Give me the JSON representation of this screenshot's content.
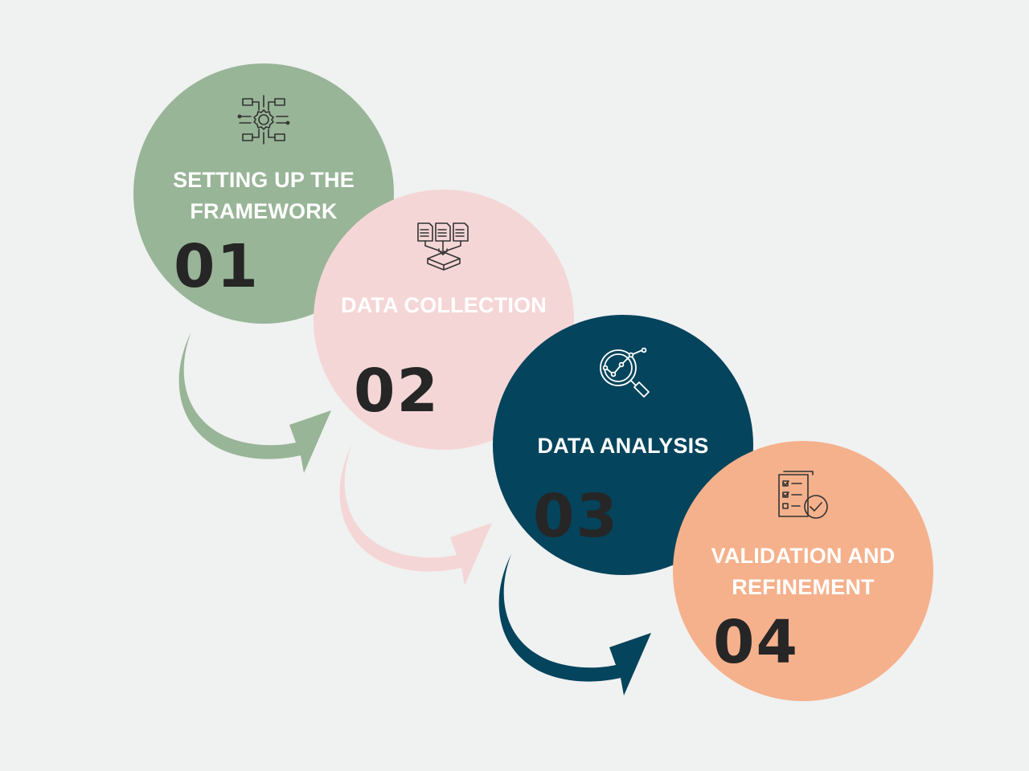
{
  "steps": [
    {
      "number": "01",
      "title": "SETTING UP THE FRAMEWORK",
      "color": "#98b597",
      "icon": "gear-circuit-icon"
    },
    {
      "number": "02",
      "title": "DATA COLLECTION",
      "color": "#f5d6d6",
      "icon": "documents-to-database-icon"
    },
    {
      "number": "03",
      "title": "DATA ANALYSIS",
      "color": "#04445c",
      "icon": "magnifier-chart-icon"
    },
    {
      "number": "04",
      "title": "VALIDATION AND REFINEMENT",
      "color": "#f5b18c",
      "icon": "checklist-check-icon"
    }
  ],
  "colors": {
    "background": "#f0f1f1",
    "number_text": "#262626",
    "icon_stroke": "#333333",
    "title_text": "#ffffff"
  }
}
